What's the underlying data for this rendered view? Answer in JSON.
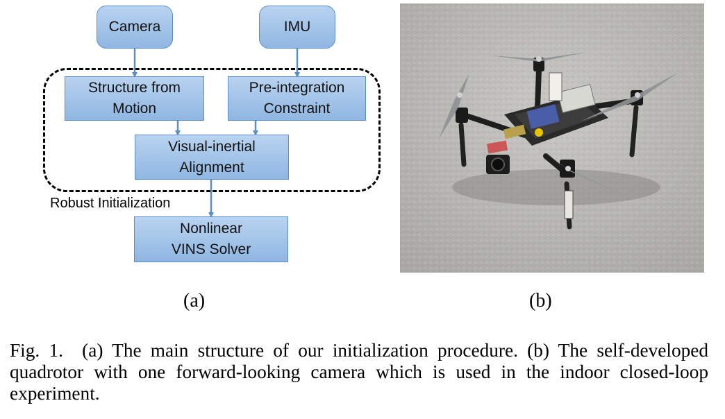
{
  "diagram": {
    "boxes": {
      "camera": "Camera",
      "imu": "IMU",
      "sfm": "Structure from\nMotion",
      "preint": "Pre-integration\nConstraint",
      "alignment": "Visual-inertial\nAlignment",
      "solver": "Nonlinear\nVINS Solver"
    },
    "region_label": "Robust Initialization"
  },
  "subfigures": {
    "a": "(a)",
    "b": "(b)"
  },
  "caption": {
    "prefix": "Fig. 1.",
    "text": "(a) The main structure of our initialization procedure. (b) The self-developed quadrotor with one forward-looking camera which is used in the indoor closed-loop experiment."
  },
  "colors": {
    "box_fill_top": "#b9d3f0",
    "box_fill_bottom": "#8fb6e2",
    "box_border": "#5b8ec7",
    "arrow": "#5b8ec7",
    "floor": "#b7b6b2"
  },
  "icons": [
    "quadrotor-photo"
  ]
}
